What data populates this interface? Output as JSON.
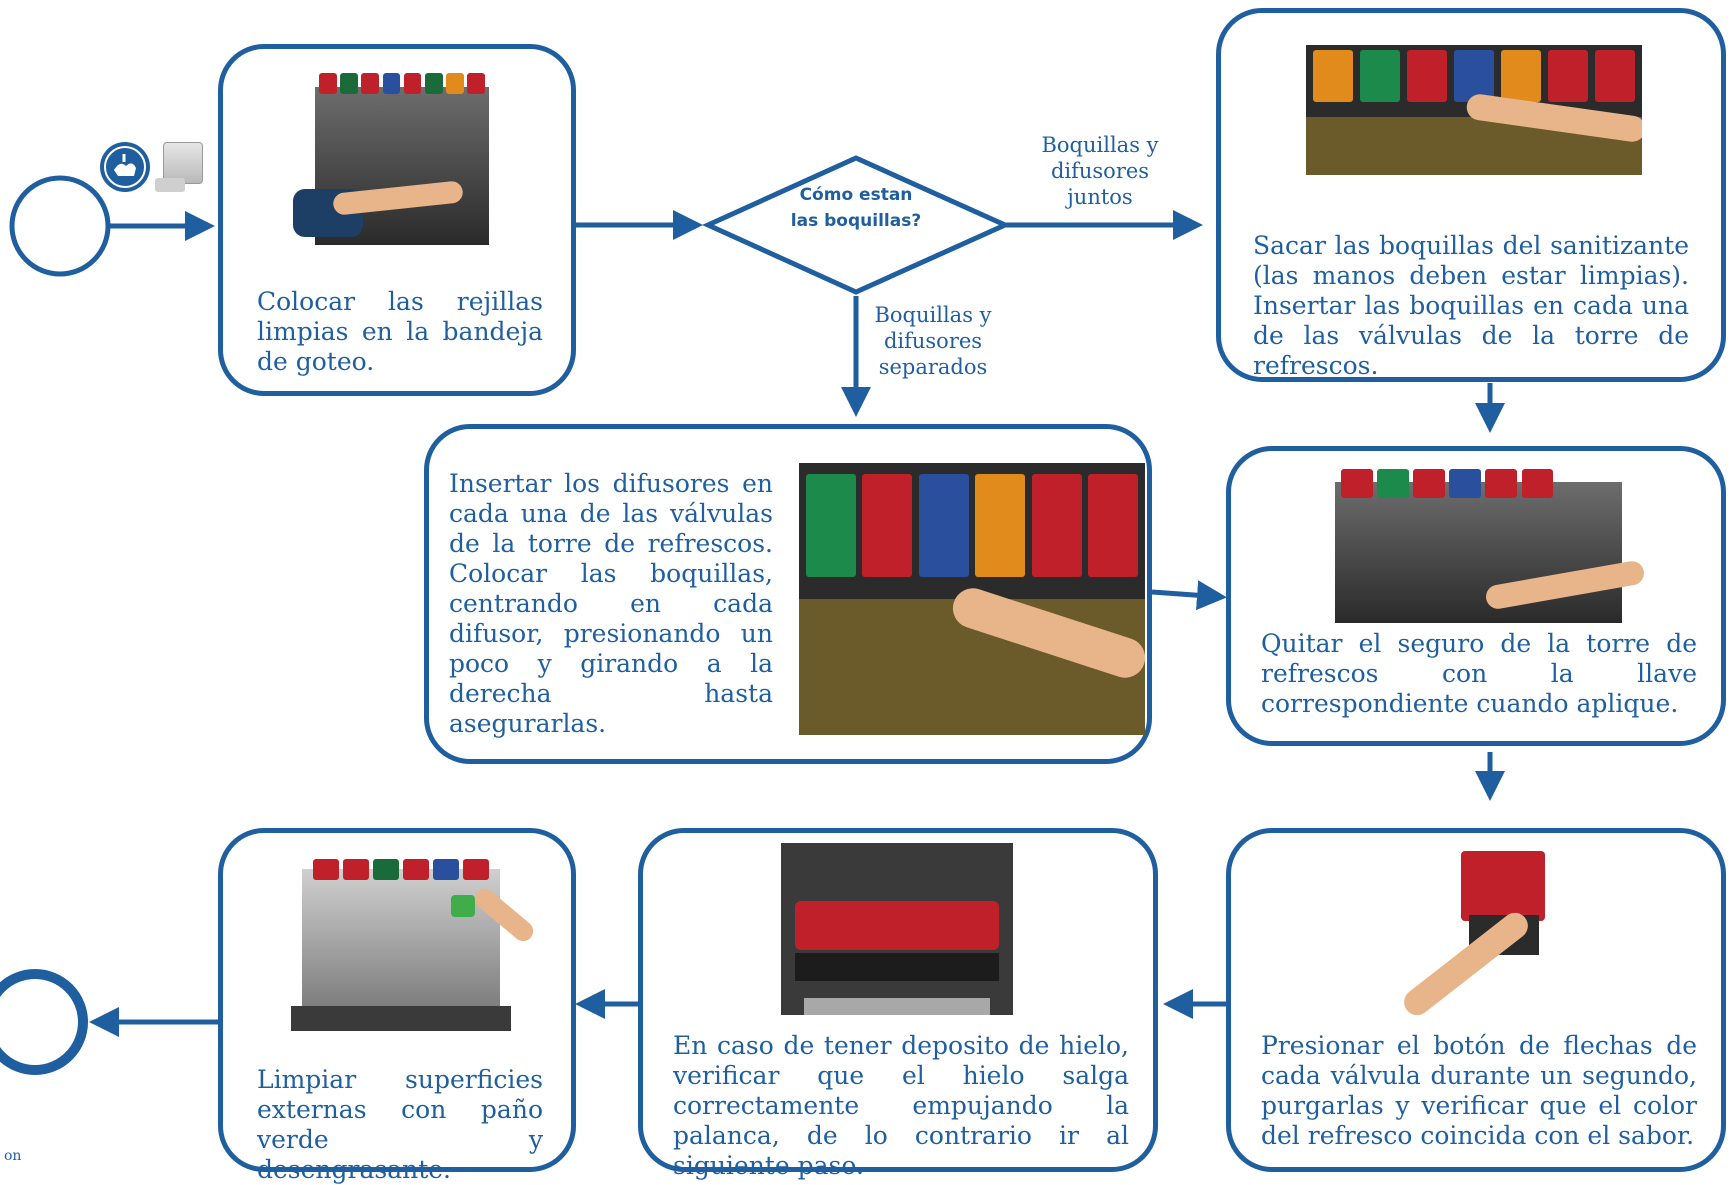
{
  "start_icons": [
    "hand-wash-icon",
    "sanitizer-dispenser-icon"
  ],
  "steps": {
    "step1": "Colocar las rejillas limpias en la bandeja de goteo.",
    "decision": "Cómo estan las boquillas?",
    "label_together": "Boquillas y difusores juntos",
    "label_separate": "Boquillas y difusores separados",
    "step_remove": "Sacar las boquillas del sanitizante (las manos deben estar limpias). Insertar las boquillas en cada una de las válvulas de la torre de refrescos.",
    "step_diffusers": "Insertar los difusores en cada una de las válvulas de la torre de refrescos. Colocar las boquillas, centrando en cada difusor, presionando un poco y girando a la derecha hasta asegurarlas.",
    "step_lock": "Quitar el seguro de la torre de refrescos con la llave correspondiente cuando aplique.",
    "step_purge": "Presionar el botón de flechas de cada válvula durante un segundo, purgarlas y verificar que el color del refresco coincida con el sabor.",
    "step_ice": "En caso de tener deposito de hielo, verificar que el hielo salga correctamente empujando la palanca, de lo contrario ir al siguiente paso.",
    "step_clean": "Limpiar superficies externas con paño verde y desengrasante."
  },
  "footer_fragment": "on",
  "colors": {
    "flow": "#1f5f9f",
    "background": "#ffffff"
  }
}
